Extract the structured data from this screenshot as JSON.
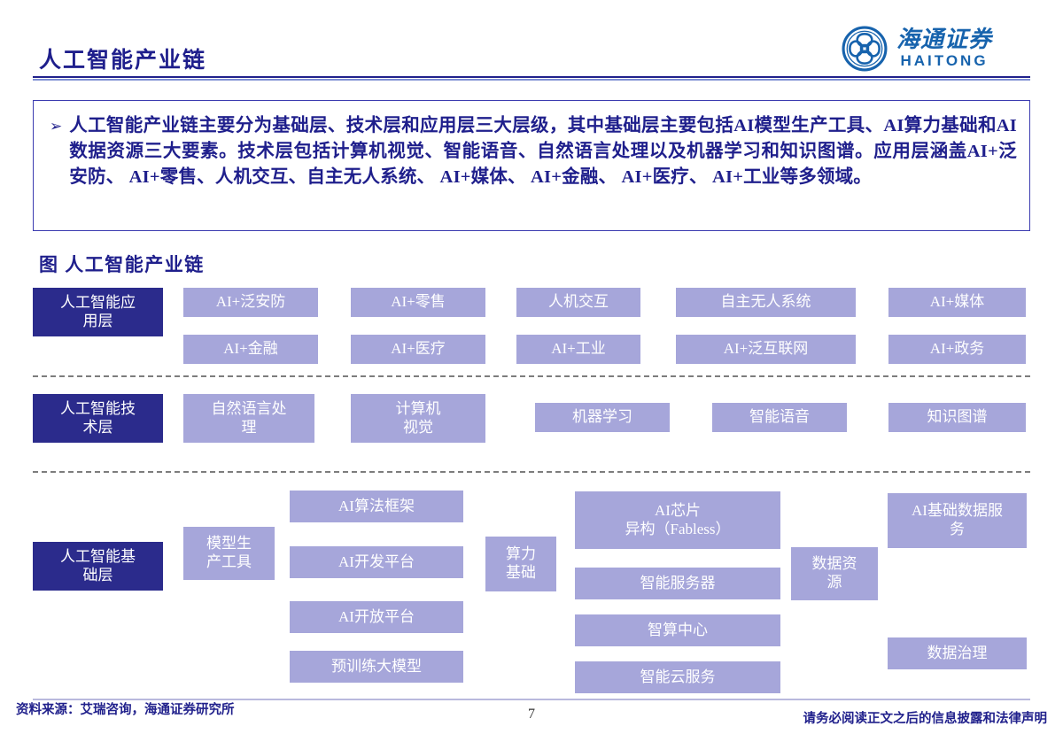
{
  "header": {
    "title": "人工智能产业链",
    "logo": {
      "emblem_name": "haitong-circular-emblem",
      "cn": "海通证券",
      "en": "HAITONG",
      "color": "#1763ad"
    }
  },
  "callout": {
    "bullet_glyph": "➢",
    "text": "人工智能产业链主要分为基础层、技术层和应用层三大层级，其中基础层主要包括AI模型生产工具、AI算力基础和AI数据资源三大要素。技术层包括计算机视觉、智能语音、自然语言处理以及机器学习和知识图谱。应用层涵盖AI+泛安防、 AI+零售、人机交互、自主无人系统、 AI+媒体、 AI+金融、 AI+医疗、 AI+工业等多领域。"
  },
  "figure": {
    "caption": "图 人工智能产业链",
    "colors": {
      "layer_label": "#2b2b8c",
      "node": "#a6a6da",
      "separator": "#7d7d7d"
    },
    "layers": [
      {
        "id": "application",
        "label": "人工智能应\n用层",
        "label_line1": "人工智能应",
        "label_line2": "用层",
        "rows": [
          [
            "AI+泛安防",
            "AI+零售",
            "人机交互",
            "自主无人系统",
            "AI+媒体"
          ],
          [
            "AI+金融",
            "AI+医疗",
            "AI+工业",
            "AI+泛互联网",
            "AI+政务"
          ]
        ]
      },
      {
        "id": "technology",
        "label_line1": "人工智能技",
        "label_line2": "术层",
        "rows": [
          [
            "自然语言处理",
            "计算机视觉",
            "机器学习",
            "智能语音",
            "知识图谱"
          ]
        ]
      },
      {
        "id": "foundation",
        "label_line1": "人工智能基",
        "label_line2": "础层",
        "groups": [
          {
            "group_label_line1": "模型生",
            "group_label_line2": "产工具",
            "items": [
              "AI算法框架",
              "AI开发平台",
              "AI开放平台",
              "预训练大模型"
            ]
          },
          {
            "group_label_line1": "算力",
            "group_label_line2": "基础",
            "items": [
              "AI芯片\n异构（Fabless）",
              "智能服务器",
              "智算中心",
              "智能云服务"
            ]
          },
          {
            "group_label_line1": "数据资",
            "group_label_line2": "源",
            "items": [
              "AI基础数据服务",
              "数据治理"
            ]
          }
        ]
      }
    ],
    "node_labels": {
      "app_1": "AI+泛安防",
      "app_2": "AI+零售",
      "app_3": "人机交互",
      "app_4": "自主无人系统",
      "app_5": "AI+媒体",
      "app_6": "AI+金融",
      "app_7": "AI+医疗",
      "app_8": "AI+工业",
      "app_9": "AI+泛互联网",
      "app_10": "AI+政务",
      "tech_1_l1": "自然语言处",
      "tech_1_l2": "理",
      "tech_2_l1": "计算机",
      "tech_2_l2": "视觉",
      "tech_3": "机器学习",
      "tech_4": "智能语音",
      "tech_5": "知识图谱",
      "base_model_tool_l1": "模型生",
      "base_model_tool_l2": "产工具",
      "base_1": "AI算法框架",
      "base_2": "AI开发平台",
      "base_3": "AI开放平台",
      "base_4": "预训练大模型",
      "base_power_l1": "算力",
      "base_power_l2": "基础",
      "base_5_l1": "AI芯片",
      "base_5_l2": "异构（Fabless）",
      "base_6": "智能服务器",
      "base_7": "智算中心",
      "base_8": "智能云服务",
      "base_data_l1": "数据资",
      "base_data_l2": "源",
      "base_9_l1": "AI基础数据服",
      "base_9_l2": "务",
      "base_10": "数据治理"
    }
  },
  "footer": {
    "source": "资料来源：艾瑞咨询，海通证券研究所",
    "page_number": "7",
    "disclaimer": "请务必阅读正文之后的信息披露和法律声明"
  }
}
